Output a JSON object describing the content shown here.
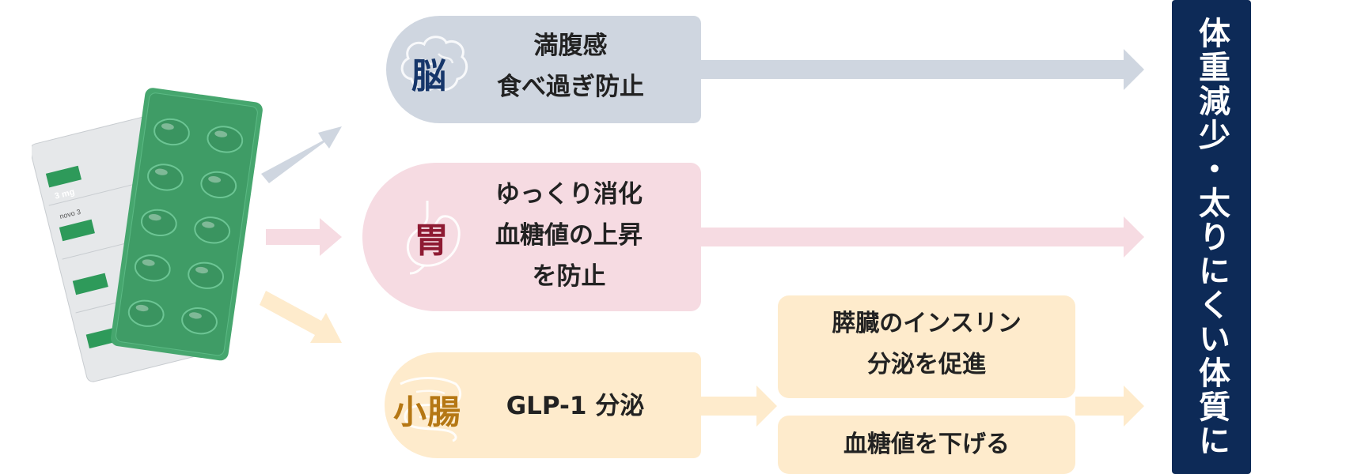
{
  "colors": {
    "brain_bg": "#cfd6e0",
    "stomach_bg": "#f6dbe2",
    "intestine_bg": "#feebcc",
    "brain_text": "#16366a",
    "stomach_text": "#8e1a32",
    "intestine_text": "#b57714",
    "outcome_bg": "#0d2a57"
  },
  "medication_image": {
    "icon": "blister-pack-photo",
    "label_3mg": "3 mg",
    "label_novo": "novo 3"
  },
  "organs": {
    "brain": {
      "label": "脳",
      "icon": "brain-outline-icon",
      "effect_lines": [
        "満腹感",
        "食べ過ぎ防止"
      ]
    },
    "stomach": {
      "label": "胃",
      "icon": "stomach-outline-icon",
      "effect_lines": [
        "ゆっくり消化",
        "血糖値の上昇",
        "を防止"
      ]
    },
    "small_intestine": {
      "label": "小腸",
      "icon": "intestine-outline-icon",
      "effect_lines": [
        "GLP-1 分泌"
      ]
    }
  },
  "secondary_effects": {
    "pancreas_lines": [
      "膵臓のインスリン",
      "分泌を促進"
    ],
    "glucose": "血糖値を下げる"
  },
  "outcome": "体重減少・太りにくい体質に"
}
